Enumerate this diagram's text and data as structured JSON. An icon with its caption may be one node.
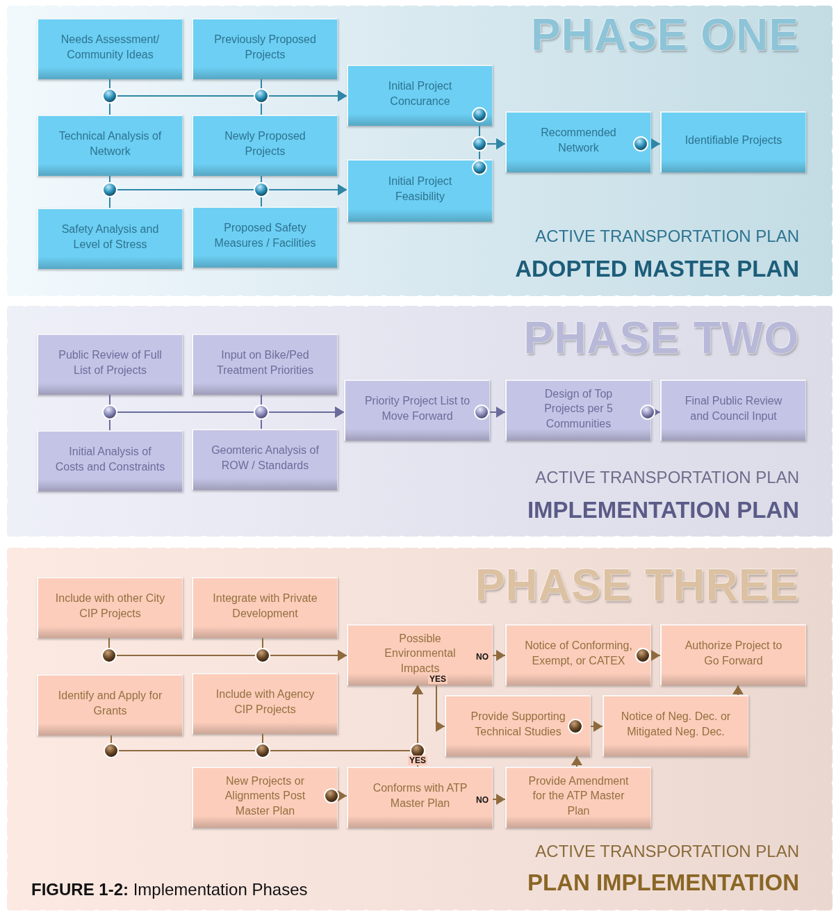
{
  "diagram": {
    "caption": "**FIGURE 1-2:** Implementation Phases",
    "nodes": [
      {
        "text": [
          "PHASE ONE",
          "ACTIVE TRANSPORTATION PLAN",
          "ADOPTED MASTER PLAN"
        ]
      },
      {
        "text": [
          "Needs Assessment/ Community Ideas"
        ],
        "in": 0
      },
      {
        "text": [
          "Previously Proposed Projects"
        ],
        "in": 0
      },
      {
        "text": [
          "Initial Project Concurance"
        ],
        "in": 0
      },
      {
        "text": [
          "Technical Analysis of Network"
        ],
        "in": 0
      },
      {
        "text": [
          "Newly Proposed Projects"
        ],
        "in": 0
      },
      {
        "text": [
          "Recommended Network"
        ],
        "in": 0
      },
      {
        "text": [
          "Identifiable Projects"
        ],
        "in": 0
      },
      {
        "text": [
          "Initial Project Feasibility"
        ],
        "in": 0
      },
      {
        "text": [
          "Safety Analysis and Level of Stress"
        ],
        "in": 0
      },
      {
        "text": [
          "Proposed Safety Measures / Facilities"
        ],
        "in": 0
      },
      {
        "text": [
          "PHASE TWO",
          "ACTIVE TRANSPORTATION PLAN",
          "IMPLEMENTATION PLAN"
        ]
      },
      {
        "text": [
          "Public Review of Full List of Projects"
        ],
        "in": 11
      },
      {
        "text": [
          "Input on Bike/Ped Treatment Priorities"
        ],
        "in": 11
      },
      {
        "text": [
          "Priority Project List to Move Forward"
        ],
        "in": 11
      },
      {
        "text": [
          "Design of Top Projects per 5 Communities"
        ],
        "in": 11
      },
      {
        "text": [
          "Final Public Review and Council Input"
        ],
        "in": 11
      },
      {
        "text": [
          "Initial Analysis of Costs and Constraints"
        ],
        "in": 11
      },
      {
        "text": [
          "Geomteric Analysis of ROW / Standards"
        ],
        "in": 11
      },
      {
        "text": [
          "PHASE THREE",
          "ACTIVE TRANSPORTATION PLAN",
          "PLAN IMPLEMENTATION"
        ]
      },
      {
        "text": [
          "Include with other City CIP Projects"
        ],
        "in": 19
      },
      {
        "text": [
          "Integrate with Private Development"
        ],
        "in": 19
      },
      {
        "text": [
          "Possible Environmental Impacts"
        ],
        "in": 19
      },
      {
        "text": [
          "Notice of Conforming, Exempt, or CATEX"
        ],
        "in": 19
      },
      {
        "text": [
          "Authorize Project to Go Forward"
        ],
        "in": 19
      },
      {
        "text": [
          "Identify and Apply for Grants"
        ],
        "in": 19
      },
      {
        "text": [
          "Include with Agency CIP Projects"
        ],
        "in": 19
      },
      {
        "text": [
          "Provide Supporting Technical Studies"
        ],
        "in": 19
      },
      {
        "text": [
          "Notice of Neg. Dec. or Mitigated Neg. Dec."
        ],
        "in": 19
      },
      {
        "text": [
          "New Projects or Alignments Post Master Plan"
        ],
        "in": 19
      },
      {
        "text": [
          "Conforms with ATP Master Plan"
        ],
        "in": 19
      },
      {
        "text": [
          "Provide Amendment for the ATP Master Plan"
        ],
        "in": 19
      }
    ],
    "edges": [
      {
        "from": 1,
        "to": 3,
        "arrow": "to",
        "color": "#2f86a6"
      },
      {
        "from": 2,
        "to": 3,
        "arrow": "to",
        "color": "#2f86a6"
      },
      {
        "from": 4,
        "to": 3,
        "arrow": "to",
        "color": "#2f86a6"
      },
      {
        "from": 5,
        "to": 3,
        "arrow": "to",
        "color": "#2f86a6"
      },
      {
        "from": 4,
        "to": 8,
        "arrow": "to",
        "color": "#2f86a6"
      },
      {
        "from": 5,
        "to": 8,
        "arrow": "to",
        "color": "#2f86a6"
      },
      {
        "from": 9,
        "to": 8,
        "arrow": "to",
        "color": "#2f86a6"
      },
      {
        "from": 10,
        "to": 8,
        "arrow": "to",
        "color": "#2f86a6"
      },
      {
        "from": 3,
        "to": 6,
        "arrow": "to",
        "color": "#2f86a6"
      },
      {
        "from": 8,
        "to": 6,
        "arrow": "to",
        "color": "#2f86a6"
      },
      {
        "from": 6,
        "to": 7,
        "arrow": "to",
        "color": "#2f86a6"
      },
      {
        "from": 12,
        "to": 14,
        "arrow": "to",
        "color": "#6b6b9b"
      },
      {
        "from": 13,
        "to": 14,
        "arrow": "to",
        "color": "#6b6b9b"
      },
      {
        "from": 17,
        "to": 14,
        "arrow": "to",
        "color": "#6b6b9b"
      },
      {
        "from": 18,
        "to": 14,
        "arrow": "to",
        "color": "#6b6b9b"
      },
      {
        "from": 14,
        "to": 15,
        "arrow": "to",
        "color": "#6b6b9b"
      },
      {
        "from": 15,
        "to": 16,
        "arrow": "to",
        "color": "#6b6b9b"
      },
      {
        "from": 20,
        "to": 22,
        "arrow": "to",
        "color": "#8e6a3e"
      },
      {
        "from": 21,
        "to": 22,
        "arrow": "to",
        "color": "#8e6a3e"
      },
      {
        "from": 25,
        "to": 22,
        "arrow": "to",
        "color": "#8e6a3e"
      },
      {
        "from": 26,
        "to": 22,
        "arrow": "to",
        "color": "#8e6a3e"
      },
      {
        "from": 29,
        "to": 30,
        "arrow": "to",
        "color": "#8e6a3e"
      },
      {
        "from": 30,
        "to": 22,
        "arrow": "to",
        "label": "YES",
        "color": "#8e6a3e"
      },
      {
        "from": 30,
        "to": 31,
        "arrow": "to",
        "label": "NO",
        "color": "#8e6a3e"
      },
      {
        "from": 22,
        "to": 23,
        "arrow": "to",
        "label": "NO",
        "color": "#8e6a3e"
      },
      {
        "from": 22,
        "to": 27,
        "arrow": "to",
        "label": "YES",
        "color": "#8e6a3e"
      },
      {
        "from": 23,
        "to": 24,
        "arrow": "to",
        "color": "#8e6a3e"
      },
      {
        "from": 27,
        "to": 28,
        "arrow": "to",
        "color": "#8e6a3e"
      },
      {
        "from": 31,
        "to": 27,
        "arrow": "to",
        "color": "#8e6a3e"
      },
      {
        "from": 28,
        "to": 24,
        "arrow": "to",
        "color": "#8e6a3e"
      }
    ]
  }
}
